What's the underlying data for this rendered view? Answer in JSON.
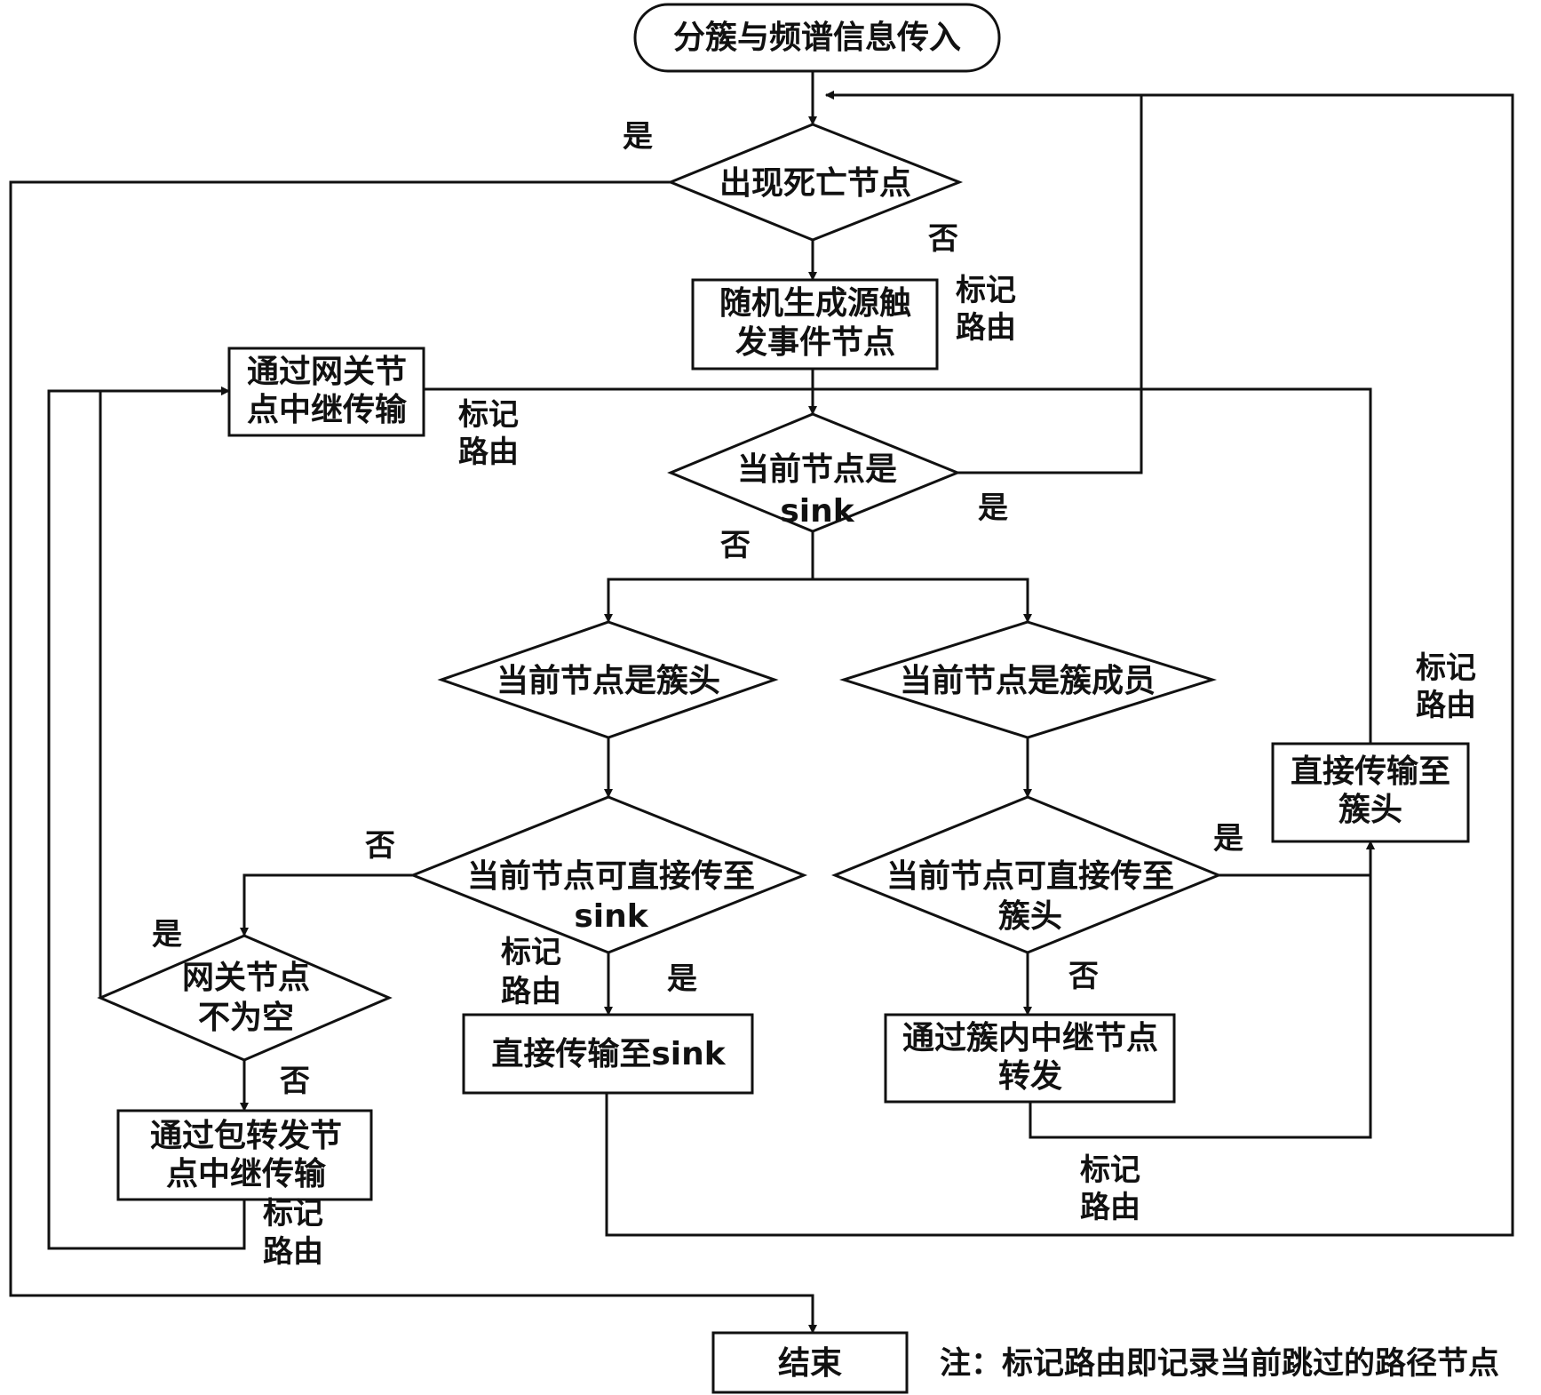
{
  "nodes": {
    "start": "分簇与频谱信息传入",
    "dead_node": "出现死亡节点",
    "random_source": [
      "随机生成源触",
      "发事件节点"
    ],
    "gateway_relay": [
      "通过网关节",
      "点中继传输"
    ],
    "is_sink": [
      "当前节点是",
      "sink"
    ],
    "is_cluster_head": "当前节点是簇头",
    "is_cluster_member": "当前节点是簇成员",
    "ch_direct_sink": [
      "当前节点可直接传至",
      "sink"
    ],
    "cm_direct_head": [
      "当前节点可直接传至",
      "簇头"
    ],
    "direct_to_head": [
      "直接传输至",
      "簇头"
    ],
    "gateway_not_empty": [
      "网关节点",
      "不为空"
    ],
    "direct_to_sink": "直接传输至sink",
    "intra_relay": [
      "通过簇内中继节点",
      "转发"
    ],
    "packet_relay": [
      "通过包转发节",
      "点中继传输"
    ],
    "end": "结束"
  },
  "labels": {
    "yes": "是",
    "no": "否",
    "mark_route": [
      "标记",
      "路由"
    ]
  },
  "note": "注：标记路由即记录当前跳过的路径节点"
}
